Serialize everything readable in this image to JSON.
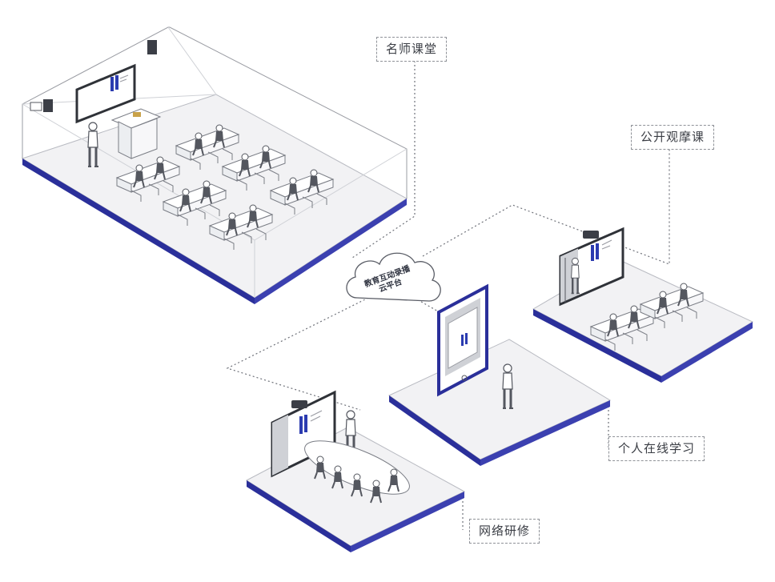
{
  "labels": {
    "famous_teacher": "名师课堂",
    "open_class": "公开观摩课",
    "personal_learning": "个人在线学习",
    "network_research": "网络研修"
  },
  "cloud": {
    "line1": "教育互动录播",
    "line2": "云平台"
  },
  "colors": {
    "floor_edge": "#2a2f9a",
    "floor_fill": "#f2f2f4",
    "line": "#7a7d85",
    "figure": "#54575f",
    "screen_accent": "#2b3bb0"
  },
  "icons": [
    "cloud-icon",
    "teacher-figure-icon",
    "student-figure-icon",
    "desk-icon",
    "display-screen-icon",
    "tablet-icon",
    "camera-icon",
    "speaker-icon",
    "projector-icon"
  ]
}
